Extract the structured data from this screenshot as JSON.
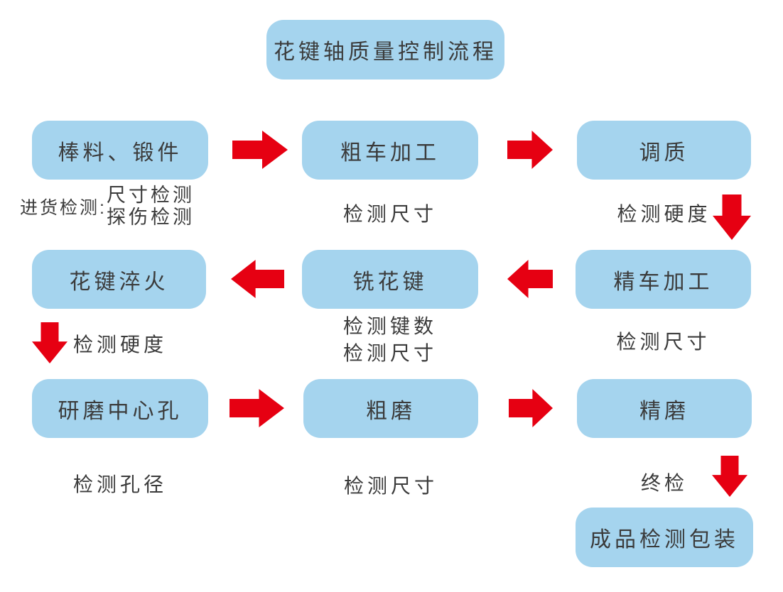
{
  "flowchart": {
    "title": "花键轴质量控制流程",
    "row1": {
      "box1": "棒料、锻件",
      "box2": "粗车加工",
      "box3": "调质",
      "incoming_label": "进货检测:",
      "incoming_item1": "尺寸检测",
      "incoming_item2": "探伤检测",
      "box2_check": "检测尺寸",
      "box3_check": "检测硬度"
    },
    "row2": {
      "box1": "花键淬火",
      "box2": "铣花键",
      "box3": "精车加工",
      "box1_check": "检测硬度",
      "box2_check_line1": "检测键数",
      "box2_check_line2": "检测尺寸",
      "box3_check": "检测尺寸"
    },
    "row3": {
      "box1": "研磨中心孔",
      "box2": "粗磨",
      "box3": "精磨",
      "box1_check": "检测孔径",
      "box2_check": "检测尺寸",
      "box3_check": "终检"
    },
    "final_box": "成品检测包装"
  },
  "icons": {
    "arrow_right": "block-arrow-right",
    "arrow_left": "block-arrow-left",
    "arrow_down": "block-arrow-down"
  },
  "colors": {
    "box_fill": "#a5d4ee",
    "arrow_red": "#e60012",
    "text": "#3b3b3b",
    "background": "#ffffff"
  }
}
